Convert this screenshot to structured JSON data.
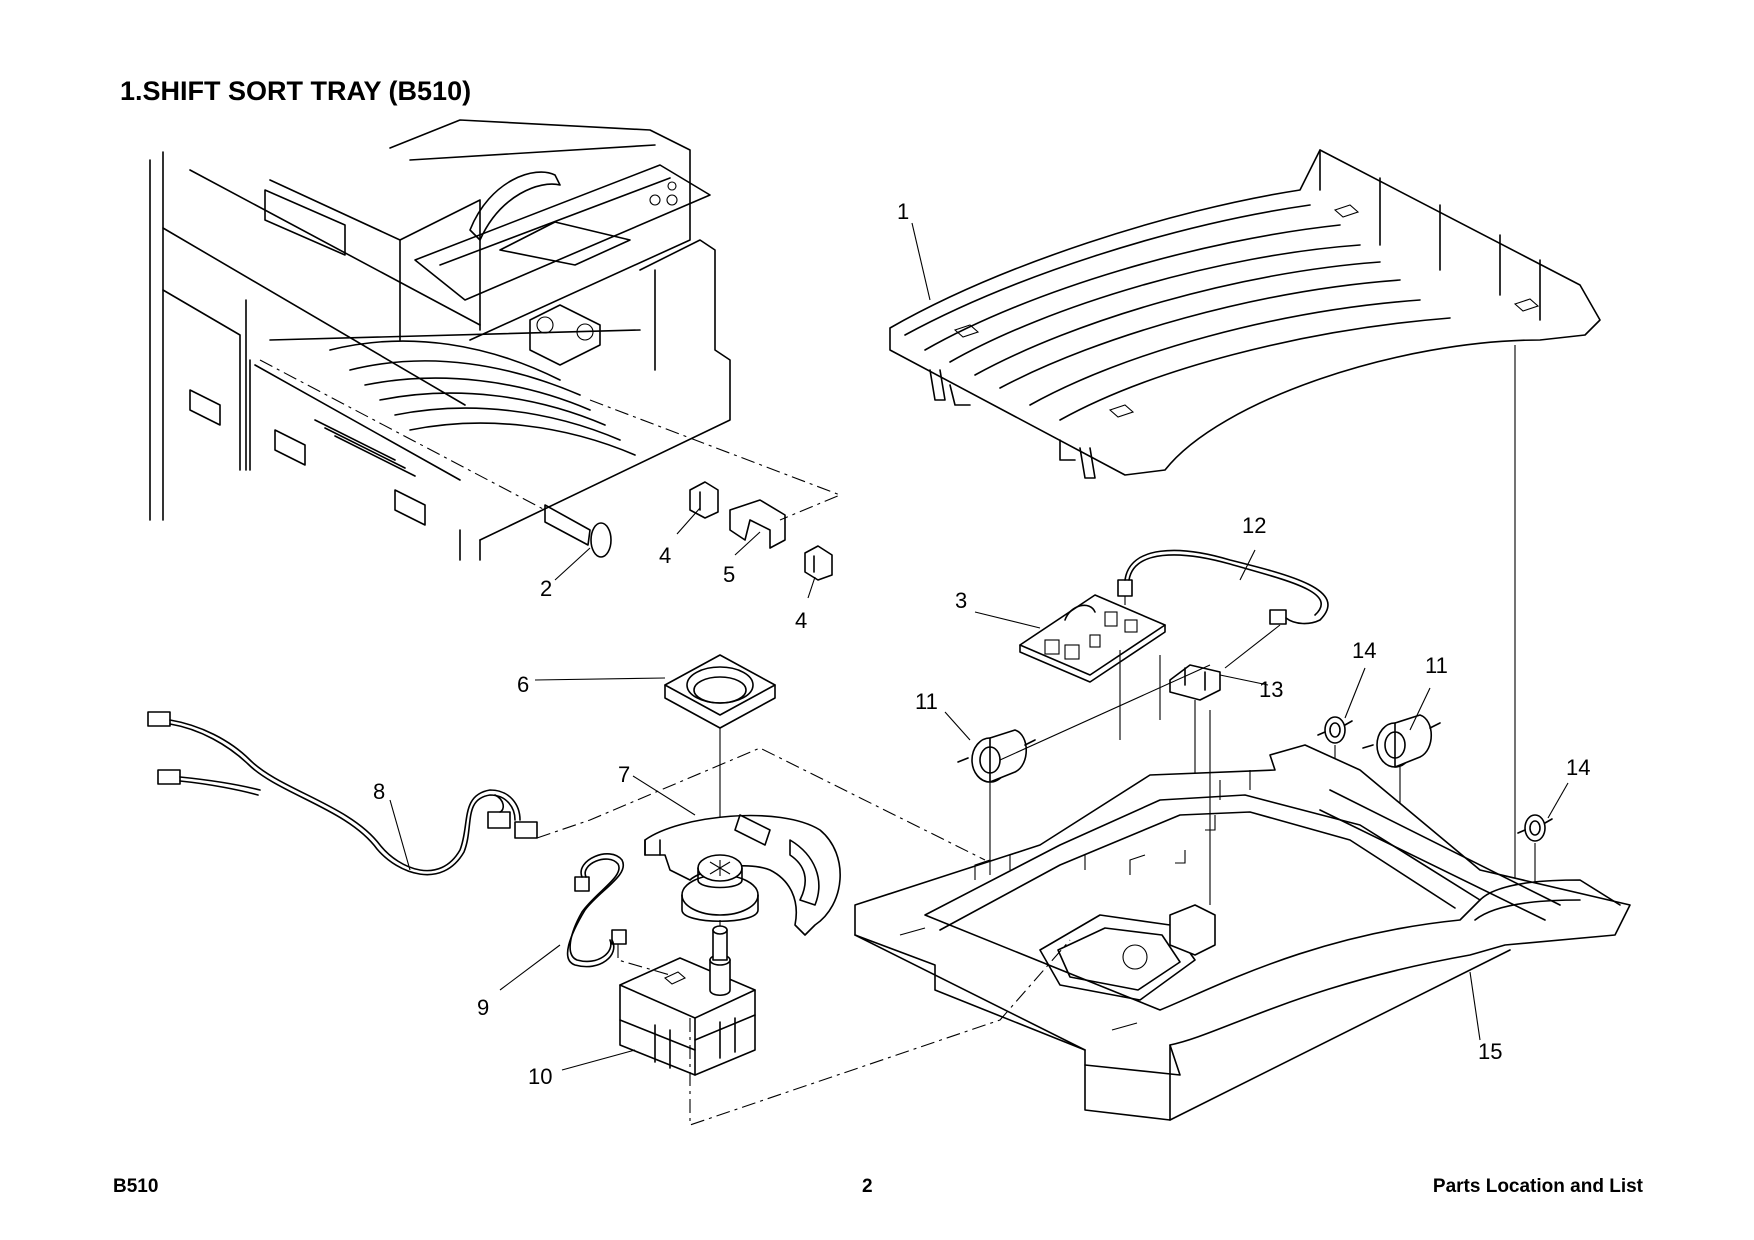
{
  "page": {
    "title": "1.SHIFT SORT TRAY (B510)",
    "footer_left": "B510",
    "footer_center": "2",
    "footer_right": "Parts Location and List"
  },
  "callouts": [
    "1",
    "2",
    "3",
    "4",
    "4",
    "5",
    "6",
    "7",
    "8",
    "9",
    "10",
    "11",
    "11",
    "12",
    "13",
    "14",
    "14",
    "15"
  ]
}
